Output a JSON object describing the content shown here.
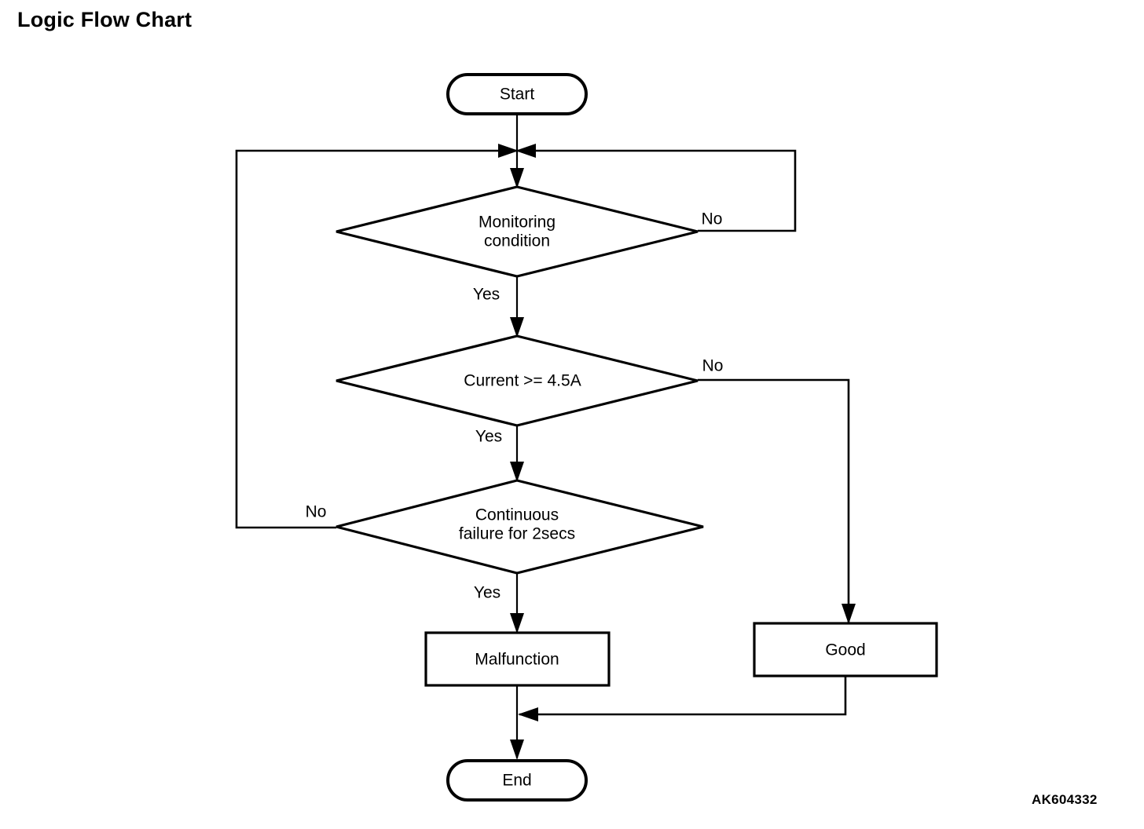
{
  "page": {
    "title": "Logic Flow Chart",
    "figure_code": "AK604332",
    "background_color": "#ffffff",
    "line_color": "#000000"
  },
  "chart_data": {
    "type": "flowchart",
    "title": "Logic Flow Chart",
    "nodes": [
      {
        "id": "start",
        "shape": "terminator",
        "label": "Start"
      },
      {
        "id": "monitor",
        "shape": "decision",
        "label_line1": "Monitoring",
        "label_line2": "condition"
      },
      {
        "id": "current",
        "shape": "decision",
        "label_line1": "Current >= 4.5A",
        "label_line2": ""
      },
      {
        "id": "cont",
        "shape": "decision",
        "label_line1": "Continuous",
        "label_line2": "failure for 2secs"
      },
      {
        "id": "malf",
        "shape": "process",
        "label": "Malfunction"
      },
      {
        "id": "good",
        "shape": "process",
        "label": "Good"
      },
      {
        "id": "end",
        "shape": "terminator",
        "label": "End"
      }
    ],
    "edges": [
      {
        "from": "start",
        "to": "merge",
        "label": ""
      },
      {
        "from": "merge",
        "to": "monitor",
        "label": ""
      },
      {
        "from": "monitor",
        "to": "current",
        "label": "Yes"
      },
      {
        "from": "monitor",
        "to": "merge",
        "label": "No"
      },
      {
        "from": "current",
        "to": "cont",
        "label": "Yes"
      },
      {
        "from": "current",
        "to": "good",
        "label": "No"
      },
      {
        "from": "cont",
        "to": "malf",
        "label": "Yes"
      },
      {
        "from": "cont",
        "to": "merge",
        "label": "No"
      },
      {
        "from": "malf",
        "to": "end",
        "label": ""
      },
      {
        "from": "good",
        "to": "end",
        "label": ""
      }
    ]
  },
  "flow": {
    "start_label": "Start",
    "end_label": "End",
    "monitoring_line1": "Monitoring",
    "monitoring_line2": "condition",
    "current_label": "Current >= 4.5A",
    "continuous_line1": "Continuous",
    "continuous_line2": "failure for 2secs",
    "malfunction_label": "Malfunction",
    "good_label": "Good",
    "yes_monitor": "Yes",
    "no_monitor": "No",
    "yes_current": "Yes",
    "no_current": "No",
    "yes_continuous": "Yes",
    "no_continuous": "No"
  }
}
